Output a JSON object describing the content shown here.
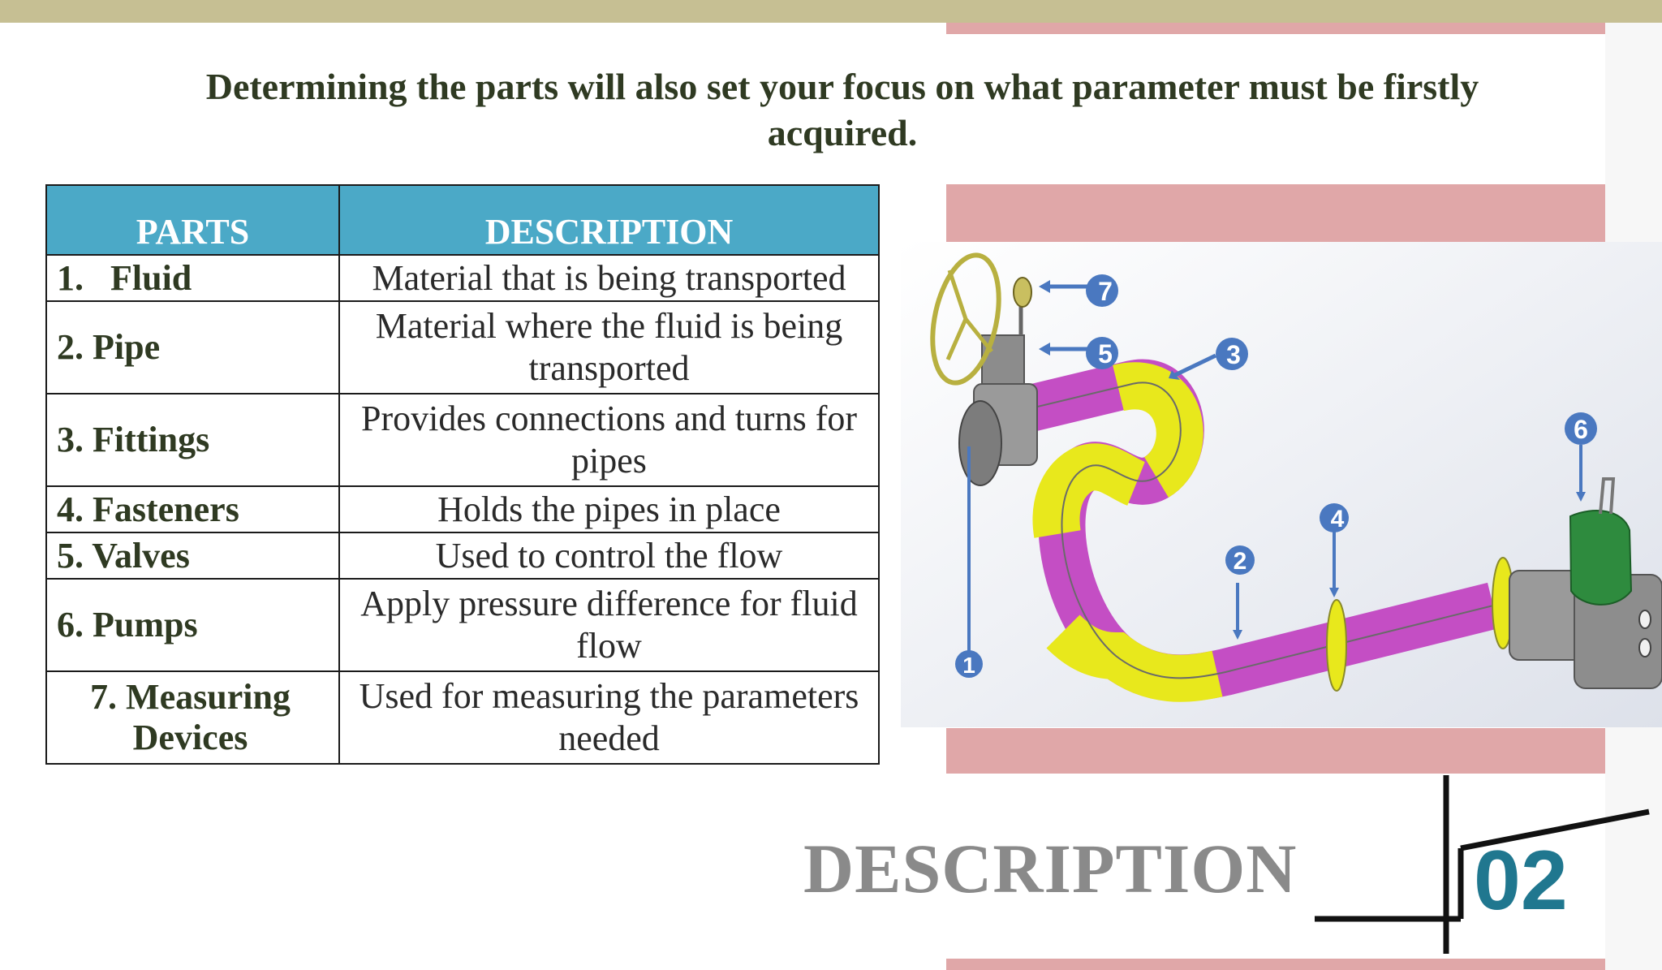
{
  "intro_text": "Determining the parts will also set your focus on what parameter must be firstly acquired.",
  "table": {
    "headers": [
      "PARTS",
      "DESCRIPTION"
    ],
    "rows": [
      {
        "part": "1.   Fluid",
        "description": "Material that is being transported"
      },
      {
        "part": "2. Pipe",
        "description": "Material where the fluid is being transported"
      },
      {
        "part": "3. Fittings",
        "description": "Provides connections and turns for pipes"
      },
      {
        "part": "4. Fasteners",
        "description": "Holds the pipes in place"
      },
      {
        "part": "5. Valves",
        "description": "Used to control the flow"
      },
      {
        "part": "6. Pumps",
        "description": "Apply pressure difference for fluid flow"
      },
      {
        "part": "7. Measuring Devices",
        "description": "Used for measuring the parameters needed"
      }
    ]
  },
  "diagram": {
    "callouts": [
      "1",
      "2",
      "3",
      "4",
      "5",
      "6",
      "7"
    ],
    "colors": {
      "pipe": "#c44ec4",
      "fitting": "#e8e81c",
      "pump": "#2e8b3e",
      "callout": "#4a78c0",
      "valve": "#8a8a8a"
    }
  },
  "footer": {
    "title": "DESCRIPTION",
    "number": "02"
  },
  "colors": {
    "header_bg": "#4ba9c7",
    "top_bar": "#c6bf93",
    "pink_band": "#e0a7a8",
    "number": "#20778f"
  }
}
